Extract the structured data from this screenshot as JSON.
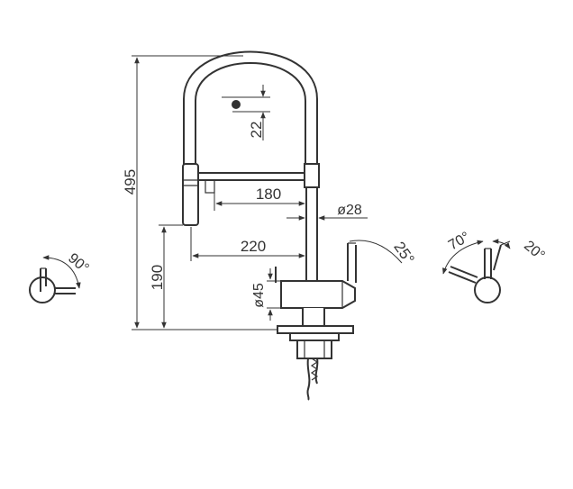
{
  "dimensions": {
    "height_total": "495",
    "height_lower": "190",
    "spray_offset": "22",
    "reach_inner": "180",
    "reach_outer": "220",
    "tube_diameter": "ø28",
    "base_diameter": "ø45",
    "lever_angle_right": "25°",
    "side_angle_left": "90°",
    "side_angle_70": "70°",
    "side_angle_20": "20°"
  }
}
